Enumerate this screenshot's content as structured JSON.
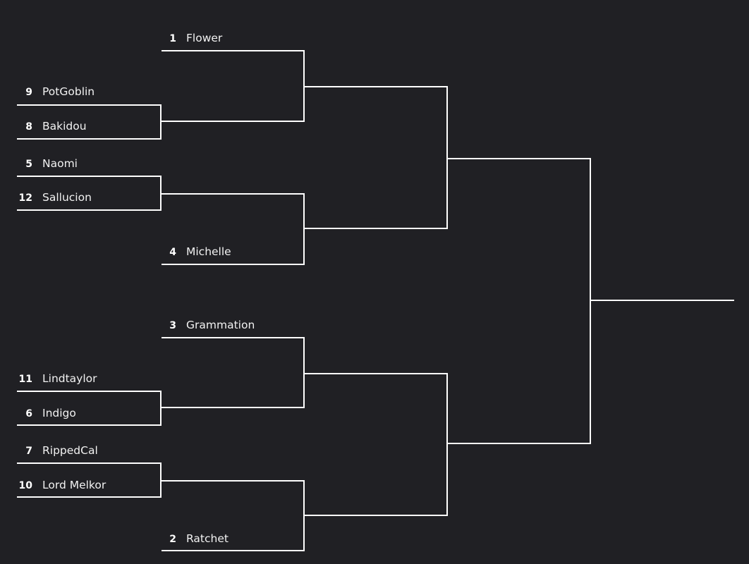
{
  "colors": {
    "background": "#202024",
    "line": "#ffffff",
    "text": "#ffffff"
  },
  "bracket": {
    "round1": [
      {
        "seed": "9",
        "name": "PotGoblin"
      },
      {
        "seed": "8",
        "name": "Bakidou"
      },
      {
        "seed": "5",
        "name": "Naomi"
      },
      {
        "seed": "12",
        "name": "Sallucion"
      },
      {
        "seed": "11",
        "name": "Lindtaylor"
      },
      {
        "seed": "6",
        "name": "Indigo"
      },
      {
        "seed": "7",
        "name": "RippedCal"
      },
      {
        "seed": "10",
        "name": "Lord Melkor"
      }
    ],
    "round2": [
      {
        "seed": "1",
        "name": "Flower"
      },
      {
        "seed": "4",
        "name": "Michelle"
      },
      {
        "seed": "3",
        "name": "Grammation"
      },
      {
        "seed": "2",
        "name": "Ratchet"
      }
    ]
  }
}
